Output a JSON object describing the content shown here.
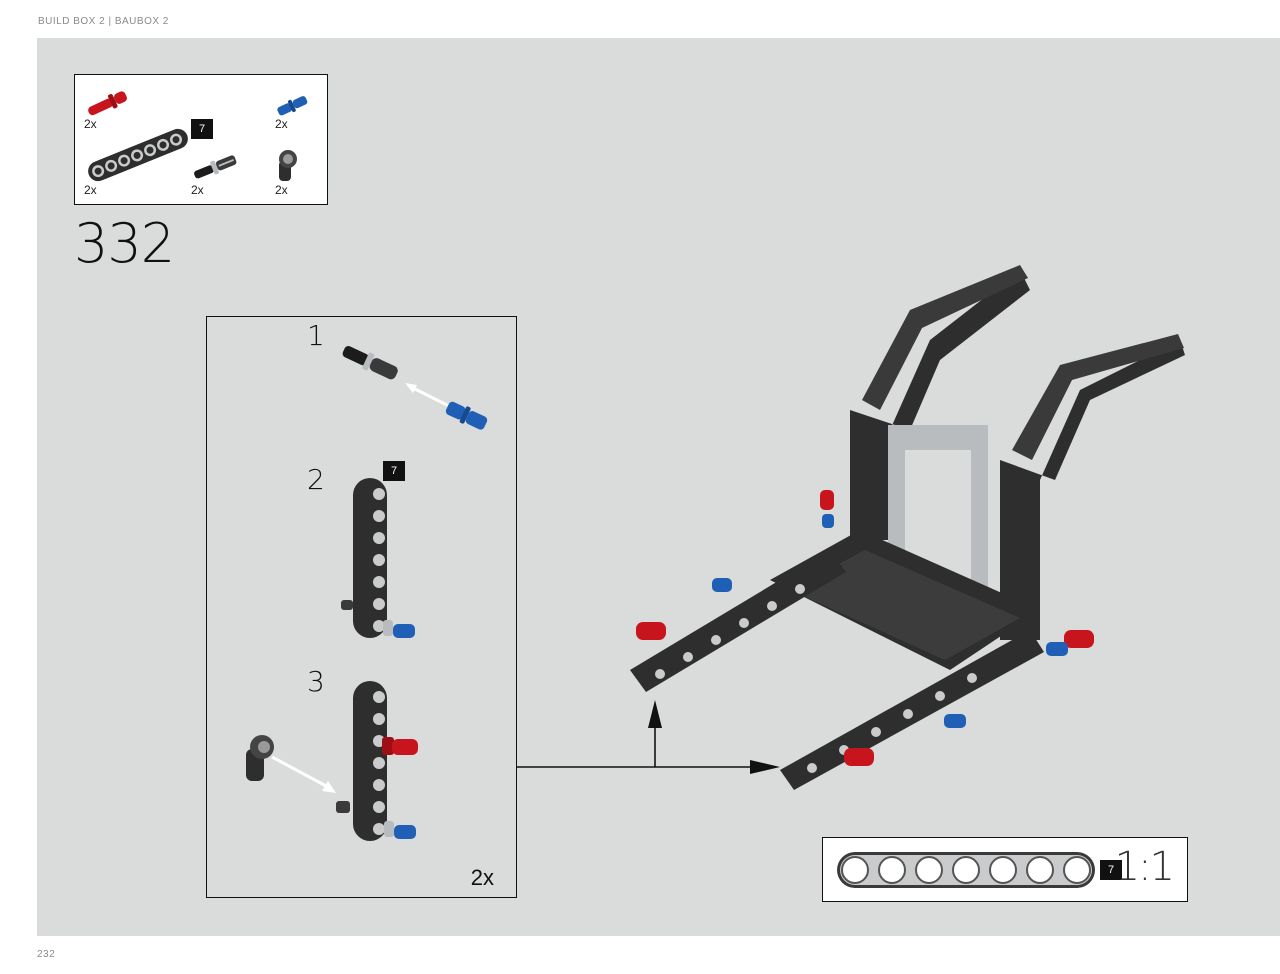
{
  "header": {
    "title": "BUILD BOX 2  |  BAUBOX 2"
  },
  "footer": {
    "page_number": "232"
  },
  "parts_list": [
    {
      "name": "red-pin-icon",
      "qty": "2x",
      "color": "#c8141c"
    },
    {
      "name": "blue-pin-icon",
      "qty": "2x",
      "color": "#1f5fb5"
    },
    {
      "name": "beam-7-icon",
      "qty": "2x",
      "length_badge": "7",
      "color": "#2e2e2e"
    },
    {
      "name": "black-axle-pin-icon",
      "qty": "2x",
      "color": "#2e2e2e"
    },
    {
      "name": "angle-connector-icon",
      "qty": "2x",
      "color": "#2e2e2e"
    }
  ],
  "step": {
    "number": "332"
  },
  "substeps": [
    {
      "number": "1"
    },
    {
      "number": "2",
      "badge": "7"
    },
    {
      "number": "3"
    }
  ],
  "sub_multiplier": "2x",
  "scale": {
    "badge": "7",
    "label": "1:1",
    "holes": 7
  },
  "colors": {
    "background": "#dadbdb",
    "beam": "#2e2e2e",
    "red": "#c8141c",
    "blue": "#1f5fb5",
    "light_gray": "#b9bcbf"
  }
}
